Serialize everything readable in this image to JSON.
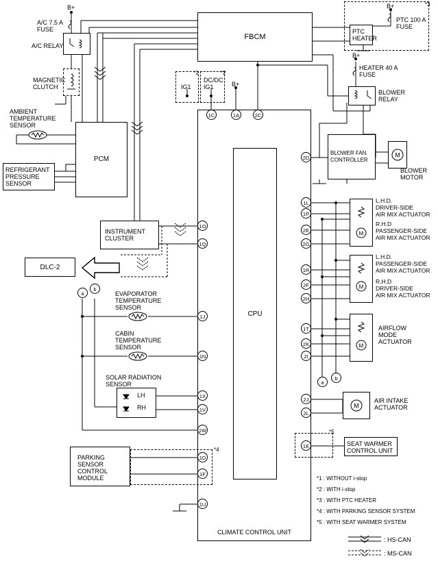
{
  "components": {
    "fbcm": "FBCM",
    "pcm": "PCM",
    "cpu": "CPU",
    "climate_control_unit": "CLIMATE CONTROL UNIT",
    "instrument_cluster": "INSTRUMENT\nCLUSTER",
    "dlc2": "DLC-2",
    "refrigerant_sensor": "REFRIGERANT\nPRESSURE\nSENSOR",
    "ambient_sensor": "AMBIENT\nTEMPERATURE\nSENSOR",
    "ac_fuse": "A/C 7.5 A\nFUSE",
    "ac_relay": "A/C RELAY",
    "magnetic_clutch": "MAGNETIC\nCLUTCH",
    "ptc_heater": "PTC\nHEATER",
    "ptc_fuse": "PTC 100 A\nFUSE",
    "heater_fuse": "HEATER 40 A\nFUSE",
    "blower_relay": "BLOWER\nRELAY",
    "blower_fan_controller": "BLOWER FAN\nCONTROLLER",
    "blower_motor": "BLOWER\nMOTOR",
    "lhd_driver_mix": "L.H.D.\nDRIVER-SIDE\nAIR MIX ACTUATOR",
    "rhd_passenger_mix": "R.H.D\nPASSENGER-SIDE\nAIR MIX ACTUATOR",
    "lhd_passenger_mix": "L.H.D.\nPASSENGER-SIDE\nAIR MIX ACTUATOR",
    "rhd_driver_mix": "R.H.D\nDRIVER-SIDE\nAIR MIX ACTUATOR",
    "airflow_actuator": "AIRFLOW\nMODE\nACTUATOR",
    "air_intake_actuator": "AIR INTAKE\nACTUATOR",
    "seat_warmer": "SEAT WARMER\nCONTROL UNIT",
    "evaporator_sensor": "EVAPORATOR\nTEMPERATURE\nSENSOR",
    "cabin_sensor": "CABIN\nTEMPERATURE\nSENSOR",
    "solar_sensor": "SOLAR RADIATION\nSENSOR",
    "solar_lh": "LH",
    "solar_rh": "RH",
    "parking_module": "PARKING\nSENSOR\nCONTROL\nMODULE",
    "ig1_a": "IG1",
    "dcdc_ig1": "DC/DC\nIG1",
    "b_plus": "B+"
  },
  "pins": [
    "1C",
    "1A",
    "2C",
    "2D",
    "1L",
    "1P",
    "2E",
    "2G",
    "1R",
    "2F",
    "2H",
    "1T",
    "2K",
    "2I",
    "2J",
    "2L",
    "1O",
    "1Q",
    "1J",
    "1N",
    "1X",
    "1V",
    "1W",
    "1E",
    "1D",
    "1F",
    "1U"
  ],
  "junctions": [
    "a",
    "b"
  ],
  "notes": {
    "n1_mark": "*1",
    "n2_mark": "*2",
    "n3_mark": "*3",
    "n4_mark": "*4",
    "n5_mark": "*5",
    "n1": "*1 : WITHOUT i-stop",
    "n2": "*2 : WITH i-stop",
    "n3": "*3 : WITH PTC HEATER",
    "n4": "*4 : WITH PARKING SENSOR SYSTEM",
    "n5": "*5 : WITH SEAT WARMER SYSTEM"
  },
  "legend": {
    "hs_can": ": HS-CAN",
    "ms_can": ": MS-CAN"
  }
}
